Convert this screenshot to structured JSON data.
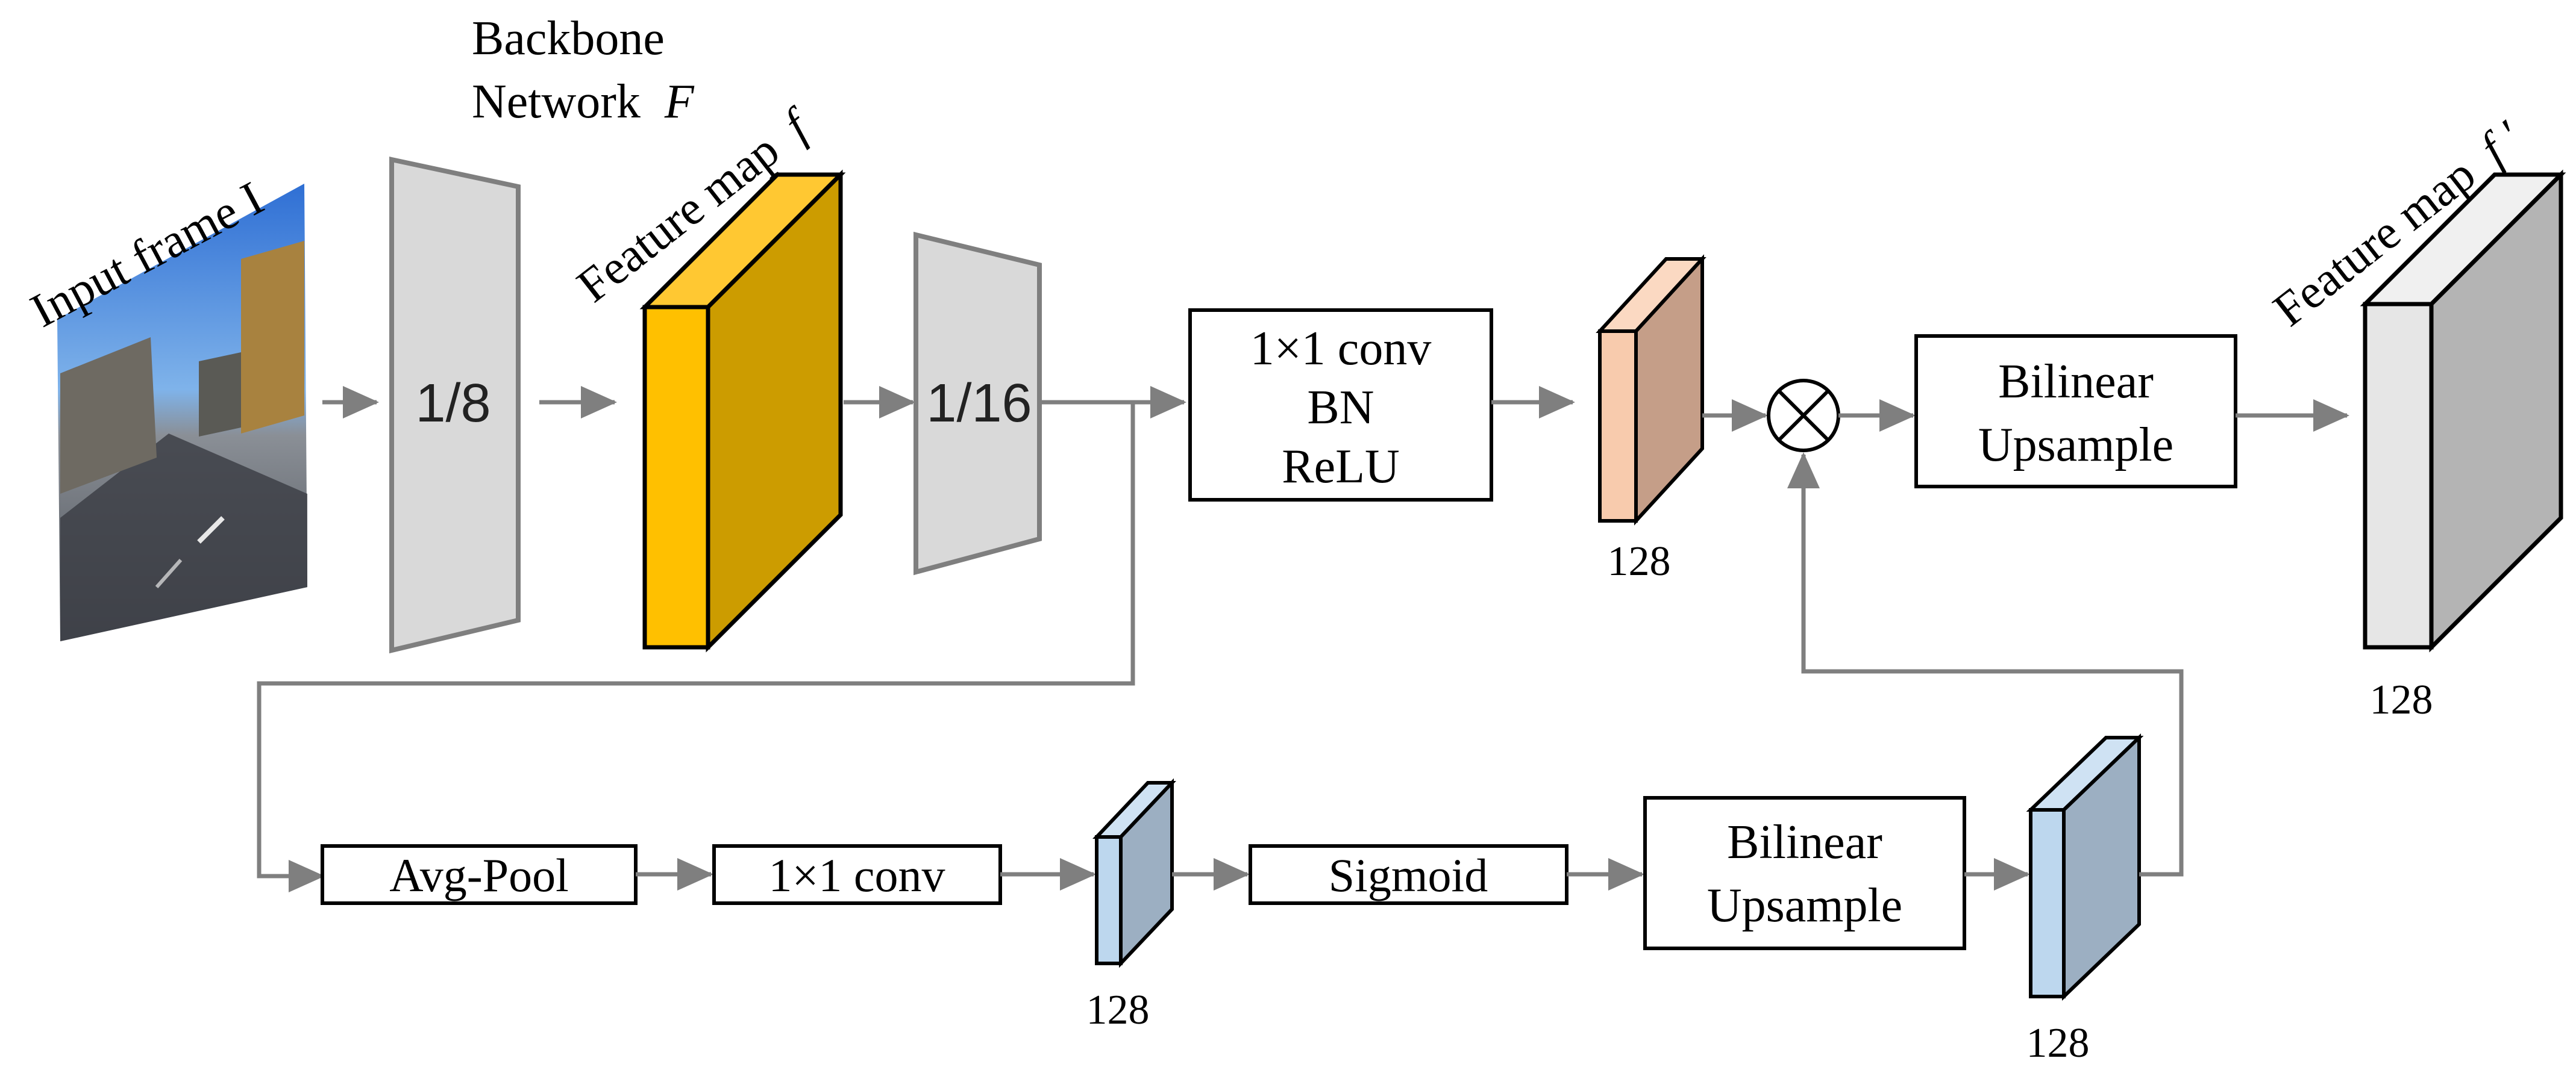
{
  "labels": {
    "input_frame": "Input frame I",
    "backbone_line1": "Backbone",
    "backbone_line2": "Network",
    "backbone_symbol": "F",
    "feature_map_prefix": "Feature map",
    "feature_map_symbol": "f",
    "feature_map_out_symbol": "f",
    "feature_map_out_prime": "′"
  },
  "backbone": {
    "stage1": "1/8",
    "stage2": "1/16"
  },
  "blocks": {
    "conv_bn_relu": [
      "1×1 conv",
      "BN",
      "ReLU"
    ],
    "bilinear_top": [
      "Bilinear",
      "Upsample"
    ],
    "avg_pool": "Avg-Pool",
    "conv_bottom": "1×1 conv",
    "sigmoid": "Sigmoid",
    "bilinear_bottom": [
      "Bilinear",
      "Upsample"
    ]
  },
  "channels": {
    "mid_top": "128",
    "output": "128",
    "after_conv_bottom": "128",
    "after_upsample_bottom": "128"
  },
  "colors": {
    "feature_front": "#FFC000",
    "feature_side": "#CC9C00",
    "feature_top": "#FFC832",
    "orange_front": "#F8CBAD",
    "orange_side": "#C59E88",
    "blue_front": "#BDD7EE",
    "blue_side": "#9CAFC2",
    "grey_front": "#E6E6E6",
    "grey_side": "#B4B4B4",
    "trapezoid": "#D9D9D9",
    "arrow": "#7F7F7F"
  }
}
